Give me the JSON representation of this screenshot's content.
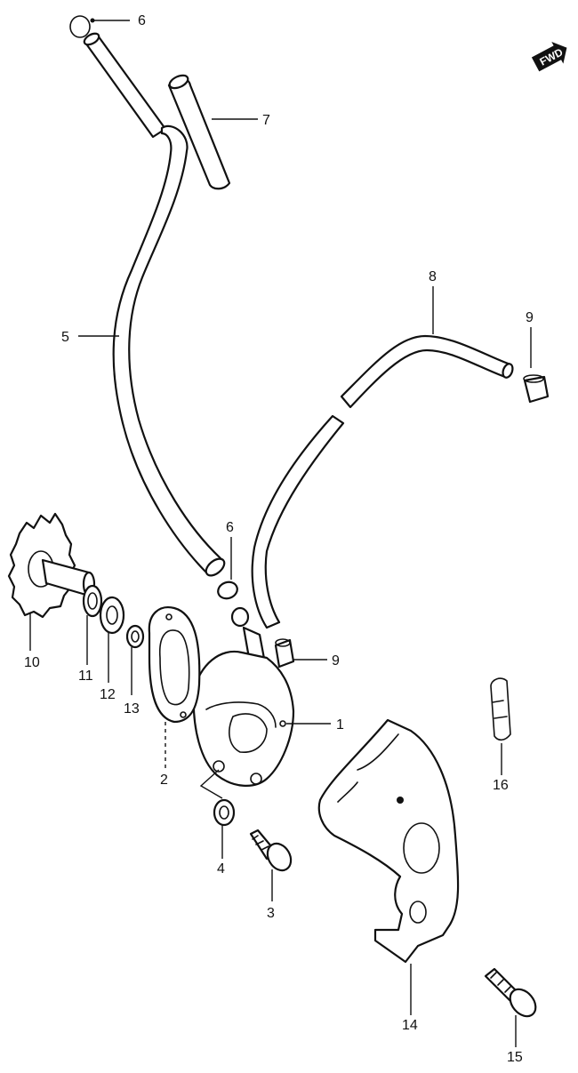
{
  "diagram": {
    "fwd_label": "FWD",
    "callouts": [
      {
        "id": "1",
        "label": "1"
      },
      {
        "id": "2",
        "label": "2"
      },
      {
        "id": "3",
        "label": "3"
      },
      {
        "id": "4",
        "label": "4"
      },
      {
        "id": "5",
        "label": "5"
      },
      {
        "id": "6a",
        "label": "6"
      },
      {
        "id": "6b",
        "label": "6"
      },
      {
        "id": "7",
        "label": "7"
      },
      {
        "id": "8",
        "label": "8"
      },
      {
        "id": "9a",
        "label": "9"
      },
      {
        "id": "9b",
        "label": "9"
      },
      {
        "id": "10",
        "label": "10"
      },
      {
        "id": "11",
        "label": "11"
      },
      {
        "id": "12",
        "label": "12"
      },
      {
        "id": "13",
        "label": "13"
      },
      {
        "id": "14",
        "label": "14"
      },
      {
        "id": "15",
        "label": "15"
      },
      {
        "id": "16",
        "label": "16"
      }
    ]
  }
}
